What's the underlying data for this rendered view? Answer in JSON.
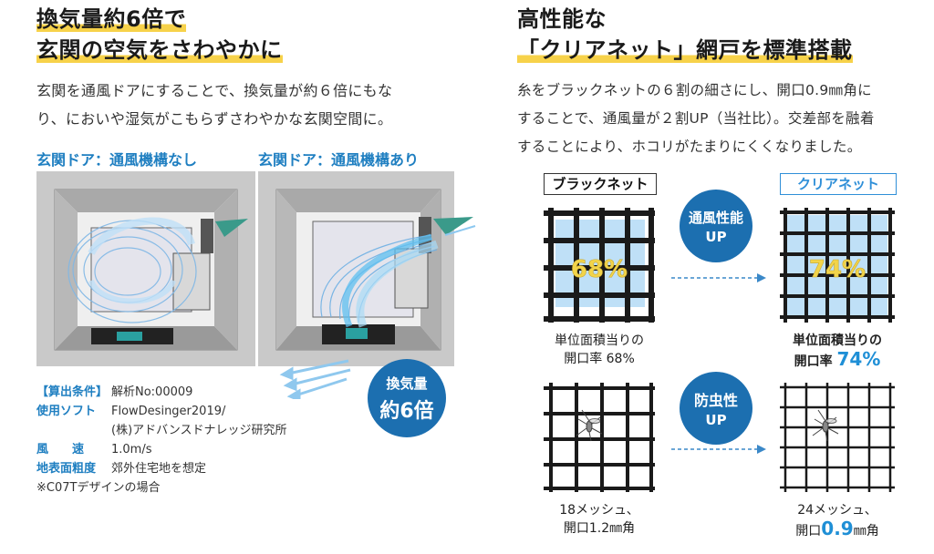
{
  "left": {
    "title_line1": "換気量約6倍で",
    "title_line2": "玄関の空気をさわやかに",
    "desc_line1": "玄関を通風ドアにすることで、換気量が約６倍にもな",
    "desc_line2": "り、においや湿気がこもらずさわやかな玄関空間に。",
    "label_without": "玄関ドア：通風機構なし",
    "label_with": "玄関ドア：通風機構あり",
    "badge_line1": "換気量",
    "badge_line2": "約6倍",
    "conditions": [
      {
        "key": "【算出条件】",
        "value": "解析No:00009"
      },
      {
        "key": "使用ソフト",
        "value": "FlowDesinger2019/"
      },
      {
        "key": "",
        "value": "(株)アドバンスドナレッジ研究所"
      },
      {
        "key": "風　　速",
        "value": "1.0m/s"
      },
      {
        "key": "地表面粗度",
        "value": "郊外住宅地を想定"
      }
    ],
    "note": "※C07Tデザインの場合"
  },
  "right": {
    "title_line1": "高性能な",
    "title_line2": "「クリアネット」網戸を標準搭載",
    "desc_line1": "糸をブラックネットの６割の細さにし、開口0.9㎜角に",
    "desc_line2": "することで、通風量が２割UP（当社比）。交差部を融着",
    "desc_line3": "することにより、ホコリがたまりにくくなりました。",
    "tag_black": "ブラックネット",
    "tag_clear": "クリアネット",
    "circle1_line1": "通風性能",
    "circle1_line2": "UP",
    "circle2_line1": "防虫性",
    "circle2_line2": "UP",
    "pct_black": "68%",
    "pct_clear": "74%",
    "cap_black_line1": "単位面積当りの",
    "cap_black_line2": "開口率 68%",
    "cap_clear_line1": "単位面積当りの",
    "cap_clear_line2_prefix": "開口率",
    "cap_clear_line2_value": "74%",
    "mesh_black_line1": "18メッシュ、",
    "mesh_black_line2": "開口1.2㎜角",
    "mesh_clear_line1": "24メッシュ、",
    "mesh_clear_line2_prefix": "開口",
    "mesh_clear_line2_value": "0.9",
    "mesh_clear_line2_suffix": "㎜角"
  }
}
